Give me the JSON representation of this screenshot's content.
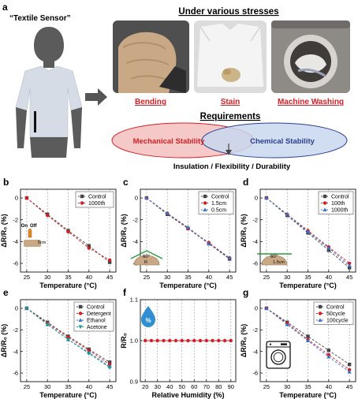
{
  "panel_a": {
    "letter": "a",
    "sensor_label": "“Textile Sensor”",
    "stress_title": "Under various stresses",
    "photo_labels": [
      "Bending",
      "Stain",
      "Machine Washing"
    ],
    "requirements_title": "Requirements",
    "mechanical": "Mechanical Stability",
    "chemical": "Chemical Stability",
    "outcome": "Insulation / Flexibility / Durability"
  },
  "colors": {
    "accent_red": "#d21f26",
    "chem_blue": "#2b3f8f",
    "mech_fill": "#f6c9c9",
    "chem_fill": "#c9d8ef",
    "grid": "#9a9a9a"
  },
  "icons": {
    "b": "on-off-5cm-icon",
    "c": "bent-60-degree-icon",
    "d": "bent-60-degree-1.5cm-icon",
    "f": "water-drop-percent-icon",
    "g": "washing-machine-icon"
  },
  "icon_text": {
    "b": [
      "On",
      "Off",
      "5cm"
    ],
    "c": [
      "60°",
      "R"
    ],
    "d": [
      "60°",
      "1.5cm"
    ],
    "f": [
      "%"
    ]
  },
  "chart_data": [
    {
      "id": "b",
      "letter": "b",
      "type": "line",
      "xlabel": "Temperature (°C)",
      "ylabel": "ΔR/R₀ (%)",
      "xlim": [
        23.5,
        46.5
      ],
      "ylim": [
        -6.8,
        0.8
      ],
      "xticks": [
        25,
        30,
        35,
        40,
        45
      ],
      "yticks": [
        0,
        -2,
        -4,
        -6
      ],
      "x": [
        25,
        30,
        35,
        40,
        45
      ],
      "series": [
        {
          "name": "Control",
          "color": "#444444",
          "marker": "square",
          "values": [
            0,
            -1.5,
            -3.0,
            -4.4,
            -5.9
          ]
        },
        {
          "name": "1000th",
          "color": "#d21f26",
          "marker": "circle",
          "values": [
            0,
            -1.6,
            -3.1,
            -4.6,
            -5.7
          ]
        }
      ]
    },
    {
      "id": "c",
      "letter": "c",
      "type": "line",
      "xlabel": "Temperature (°C)",
      "ylabel": "ΔR/R₀ (%)",
      "xlim": [
        23.5,
        46.5
      ],
      "ylim": [
        -6.8,
        0.8
      ],
      "xticks": [
        25,
        30,
        35,
        40,
        45
      ],
      "yticks": [
        0,
        -2,
        -4,
        -6
      ],
      "x": [
        25,
        30,
        35,
        40,
        45
      ],
      "series": [
        {
          "name": "Control",
          "color": "#444444",
          "marker": "square",
          "values": [
            0,
            -1.5,
            -2.8,
            -4.2,
            -5.6
          ]
        },
        {
          "name": "1.5cm",
          "color": "#d21f26",
          "marker": "circle",
          "values": [
            0,
            -1.4,
            -2.8,
            -4.1,
            -5.5
          ]
        },
        {
          "name": "0.5cm",
          "color": "#3a6fc6",
          "marker": "triangle",
          "values": [
            0,
            -1.4,
            -2.7,
            -4.2,
            -5.5
          ]
        }
      ]
    },
    {
      "id": "d",
      "letter": "d",
      "type": "line",
      "xlabel": "Temperature (°C)",
      "ylabel": "ΔR/R₀ (%)",
      "xlim": [
        23.5,
        46.5
      ],
      "ylim": [
        -6.8,
        0.8
      ],
      "xticks": [
        25,
        30,
        35,
        40,
        45
      ],
      "yticks": [
        0,
        -2,
        -4,
        -6
      ],
      "x": [
        25,
        30,
        35,
        40,
        45
      ],
      "series": [
        {
          "name": "Control",
          "color": "#444444",
          "marker": "square",
          "values": [
            0,
            -1.6,
            -3.2,
            -4.8,
            -6.4
          ]
        },
        {
          "name": "100th",
          "color": "#d21f26",
          "marker": "circle",
          "values": [
            0,
            -1.5,
            -3.0,
            -4.5,
            -6.0
          ]
        },
        {
          "name": "1000th",
          "color": "#3a6fc6",
          "marker": "triangle",
          "values": [
            0,
            -1.5,
            -3.1,
            -4.6,
            -6.2
          ]
        }
      ]
    },
    {
      "id": "e",
      "letter": "e",
      "type": "line",
      "xlabel": "Temperature (°C)",
      "ylabel": "ΔR/R₀ (%)",
      "xlim": [
        23.5,
        46.5
      ],
      "ylim": [
        -6.8,
        0.8
      ],
      "xticks": [
        25,
        30,
        35,
        40,
        45
      ],
      "yticks": [
        0,
        -2,
        -4,
        -6
      ],
      "x": [
        25,
        30,
        35,
        40,
        45
      ],
      "series": [
        {
          "name": "Control",
          "color": "#444444",
          "marker": "square",
          "values": [
            0,
            -1.3,
            -2.6,
            -3.8,
            -5.0
          ]
        },
        {
          "name": "Detergent",
          "color": "#d21f26",
          "marker": "circle",
          "values": [
            0,
            -1.4,
            -2.7,
            -3.9,
            -5.2
          ]
        },
        {
          "name": "Ethanol",
          "color": "#3a6fc6",
          "marker": "triangle",
          "values": [
            0,
            -1.5,
            -2.9,
            -4.1,
            -5.4
          ]
        },
        {
          "name": "Acetone",
          "color": "#1a9a8a",
          "marker": "triangle-down",
          "values": [
            0,
            -1.5,
            -2.9,
            -4.2,
            -5.5
          ]
        }
      ]
    },
    {
      "id": "f",
      "letter": "f",
      "type": "line",
      "xlabel": "Relative Humidity (%)",
      "ylabel": "R/R₀",
      "xlim": [
        16,
        94
      ],
      "ylim": [
        0.9,
        1.1
      ],
      "xticks": [
        20,
        30,
        40,
        50,
        60,
        70,
        80,
        90
      ],
      "yticks": [
        0.9,
        1.0,
        1.1
      ],
      "ytick_labels": [
        "0.9",
        "1.0",
        "1.1"
      ],
      "x": [
        20,
        25,
        30,
        35,
        40,
        45,
        50,
        55,
        60,
        65,
        70,
        75,
        80,
        85,
        90
      ],
      "series": [
        {
          "name": "",
          "color": "#d21f26",
          "marker": "circle",
          "values": [
            1.0,
            1.0,
            1.0,
            1.0,
            1.0,
            1.0,
            1.0,
            1.0,
            1.0,
            1.0,
            1.0,
            1.0,
            1.0,
            1.0,
            1.0
          ]
        }
      ]
    },
    {
      "id": "g",
      "letter": "g",
      "type": "line",
      "xlabel": "Temperature (°C)",
      "ylabel": "ΔR/R₀ (%)",
      "xlim": [
        23.5,
        46.5
      ],
      "ylim": [
        -6.8,
        0.8
      ],
      "xticks": [
        25,
        30,
        35,
        40,
        45
      ],
      "yticks": [
        0,
        -2,
        -4,
        -6
      ],
      "x": [
        25,
        30,
        35,
        40,
        45
      ],
      "series": [
        {
          "name": "Control",
          "color": "#444444",
          "marker": "square",
          "values": [
            0,
            -1.3,
            -2.6,
            -3.9,
            -5.2
          ]
        },
        {
          "name": "50cycle",
          "color": "#d21f26",
          "marker": "circle",
          "values": [
            0,
            -1.4,
            -2.9,
            -4.3,
            -5.7
          ]
        },
        {
          "name": "100cycle",
          "color": "#3a6fc6",
          "marker": "triangle",
          "values": [
            0,
            -1.5,
            -3.0,
            -4.5,
            -5.9
          ]
        }
      ]
    }
  ]
}
